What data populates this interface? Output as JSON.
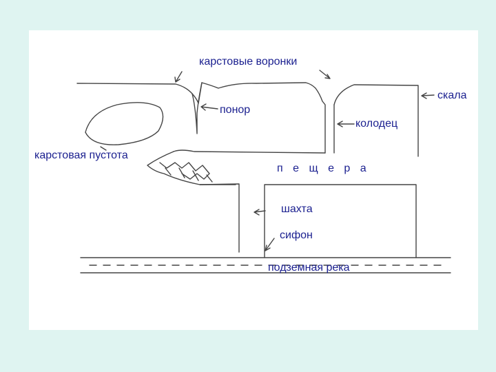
{
  "colors": {
    "background": "#dff4f1",
    "sheet": "#ffffff",
    "ink": "#1a1f8f",
    "pencil": "#444444"
  },
  "labels": {
    "karst_funnels": "карстовые воронки",
    "ponor": "понор",
    "well": "колодец",
    "cliff": "скала",
    "karst_cavity": "карстовая пустота",
    "cave": "п е щ е р а",
    "shaft": "шахта",
    "siphon": "сифон",
    "underground_river": "подземная река"
  }
}
